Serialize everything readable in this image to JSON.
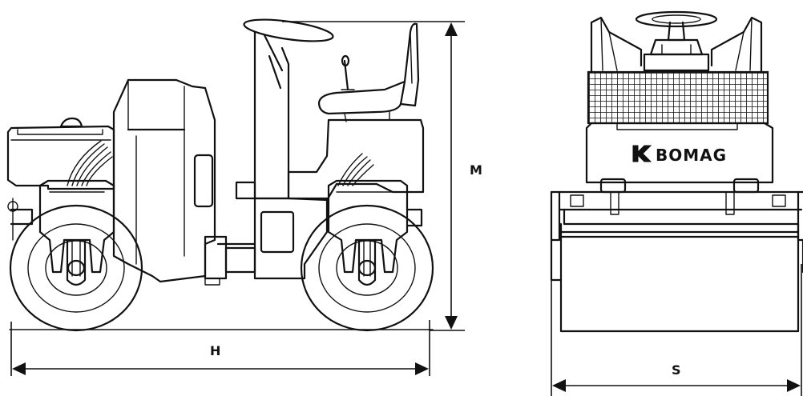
{
  "dimensions": {
    "height_label": "M",
    "length_label": "H",
    "width_label": "S"
  },
  "brand": {
    "logo_text": "BOMAG"
  }
}
